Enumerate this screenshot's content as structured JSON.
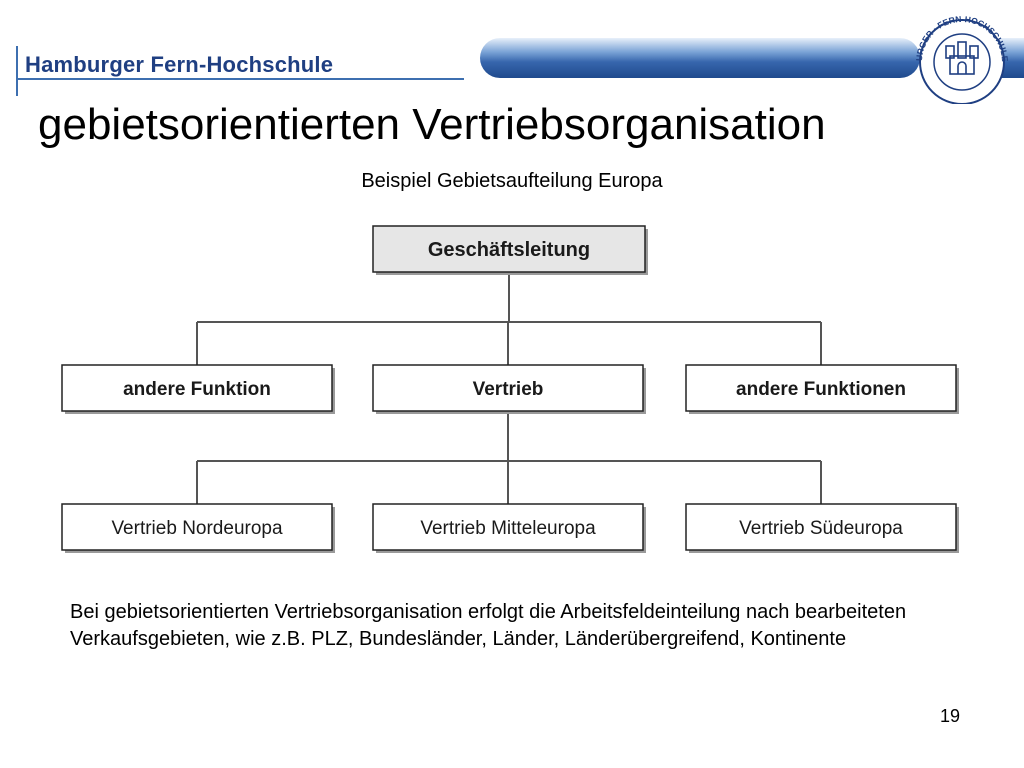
{
  "header": {
    "brand": "Hamburger Fern-Hochschule",
    "seal_text": "HAMBURGER · FERN-HOCHSCHULE · HFH"
  },
  "slide": {
    "title": "gebietsorientierten Vertriebsorganisation",
    "subtitle": "Beispiel Gebietsaufteilung Europa",
    "body": "Bei gebietsorientierten Vertriebsorganisation erfolgt die Arbeitsfeldeinteilung nach bearbeiteten Verkaufsgebieten, wie z.B. PLZ, Bundesländer, Länder, Länderübergreifend, Kontinente",
    "page_number": "19"
  },
  "org_chart": {
    "root": "Geschäftsleitung",
    "level1": [
      "andere Funktion",
      "Vertrieb",
      "andere Funktionen"
    ],
    "level2": [
      "Vertrieb Nordeuropa",
      "Vertrieb Mitteleuropa",
      "Vertrieb Südeuropa"
    ]
  },
  "colors": {
    "brand_blue": "#1f3f82",
    "root_fill": "#e6e6e6",
    "box_border": "#222222",
    "connector": "#555555"
  },
  "icons": {
    "seal": "hfh-seal-icon"
  }
}
